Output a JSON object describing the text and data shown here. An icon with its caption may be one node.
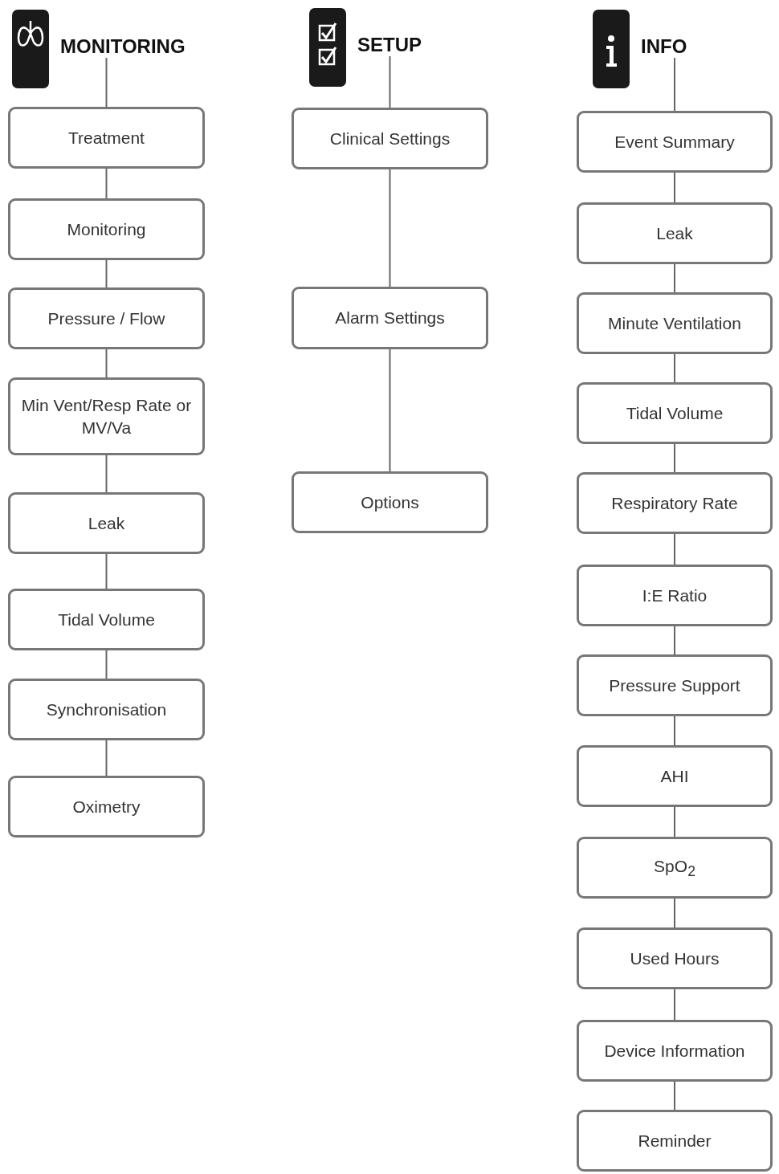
{
  "diagram": {
    "nodes": [
      {
        "text": [
          "MONITORING"
        ]
      },
      {
        "text": [
          "Treatment"
        ]
      },
      {
        "text": [
          "Monitoring"
        ]
      },
      {
        "text": [
          "Pressure / Flow"
        ]
      },
      {
        "text": [
          "Min Vent/Resp Rate or MV/Va"
        ]
      },
      {
        "text": [
          "Leak"
        ]
      },
      {
        "text": [
          "Tidal Volume"
        ]
      },
      {
        "text": [
          "Synchronisation"
        ]
      },
      {
        "text": [
          "Oximetry"
        ]
      },
      {
        "text": [
          "SETUP"
        ]
      },
      {
        "text": [
          "Clinical Settings"
        ]
      },
      {
        "text": [
          "Alarm Settings"
        ]
      },
      {
        "text": [
          "Options"
        ]
      },
      {
        "text": [
          "INFO"
        ]
      },
      {
        "text": [
          "Event Summary"
        ]
      },
      {
        "text": [
          "Leak"
        ]
      },
      {
        "text": [
          "Minute Ventilation"
        ]
      },
      {
        "text": [
          "Tidal Volume"
        ]
      },
      {
        "text": [
          "Respiratory Rate"
        ]
      },
      {
        "text": [
          "I:E Ratio"
        ]
      },
      {
        "text": [
          "Pressure Support"
        ]
      },
      {
        "text": [
          "AHI"
        ]
      },
      {
        "text": [
          "SpO$_{2}$"
        ]
      },
      {
        "text": [
          "Used Hours"
        ]
      },
      {
        "text": [
          "Device Information"
        ]
      },
      {
        "text": [
          "Reminder"
        ]
      }
    ],
    "edges": [
      {
        "from": 0,
        "to": 1,
        "arrow": "none"
      },
      {
        "from": 1,
        "to": 2,
        "arrow": "none"
      },
      {
        "from": 2,
        "to": 3,
        "arrow": "none"
      },
      {
        "from": 3,
        "to": 4,
        "arrow": "none"
      },
      {
        "from": 4,
        "to": 5,
        "arrow": "none"
      },
      {
        "from": 5,
        "to": 6,
        "arrow": "none"
      },
      {
        "from": 6,
        "to": 7,
        "arrow": "none"
      },
      {
        "from": 7,
        "to": 8,
        "arrow": "none"
      },
      {
        "from": 9,
        "to": 10,
        "arrow": "none"
      },
      {
        "from": 10,
        "to": 11,
        "arrow": "none"
      },
      {
        "from": 11,
        "to": 12,
        "arrow": "none"
      },
      {
        "from": 13,
        "to": 14,
        "arrow": "none"
      },
      {
        "from": 14,
        "to": 15,
        "arrow": "none"
      },
      {
        "from": 15,
        "to": 16,
        "arrow": "none"
      },
      {
        "from": 16,
        "to": 17,
        "arrow": "none"
      },
      {
        "from": 17,
        "to": 18,
        "arrow": "none"
      },
      {
        "from": 18,
        "to": 19,
        "arrow": "none"
      },
      {
        "from": 19,
        "to": 20,
        "arrow": "none"
      },
      {
        "from": 20,
        "to": 21,
        "arrow": "none"
      },
      {
        "from": 21,
        "to": 22,
        "arrow": "none"
      },
      {
        "from": 22,
        "to": 23,
        "arrow": "none"
      },
      {
        "from": 23,
        "to": 24,
        "arrow": "none"
      },
      {
        "from": 24,
        "to": 25,
        "arrow": "none"
      }
    ]
  }
}
